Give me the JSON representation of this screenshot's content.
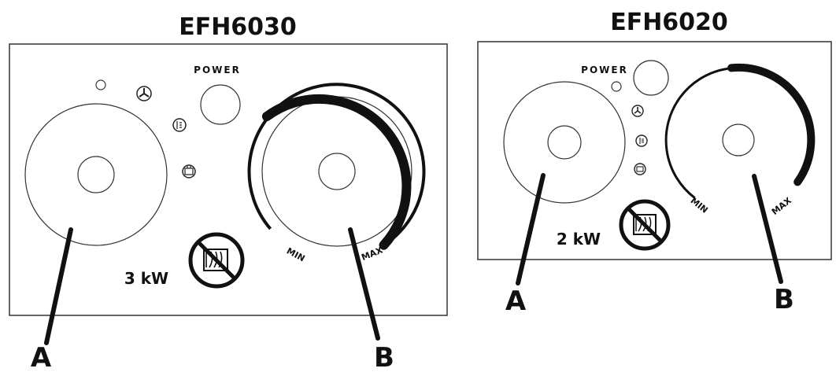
{
  "left": {
    "model": "EFH6030",
    "power_label": "POWER",
    "min_label": "MIN",
    "max_label": "MAX",
    "power_rating": "3 kW",
    "callout_a": "A",
    "callout_b": "B"
  },
  "right": {
    "model": "EFH6020",
    "power_label": "POWER",
    "min_label": "MIN",
    "max_label": "MAX",
    "power_rating": "2 kW",
    "callout_a": "A",
    "callout_b": "B"
  }
}
